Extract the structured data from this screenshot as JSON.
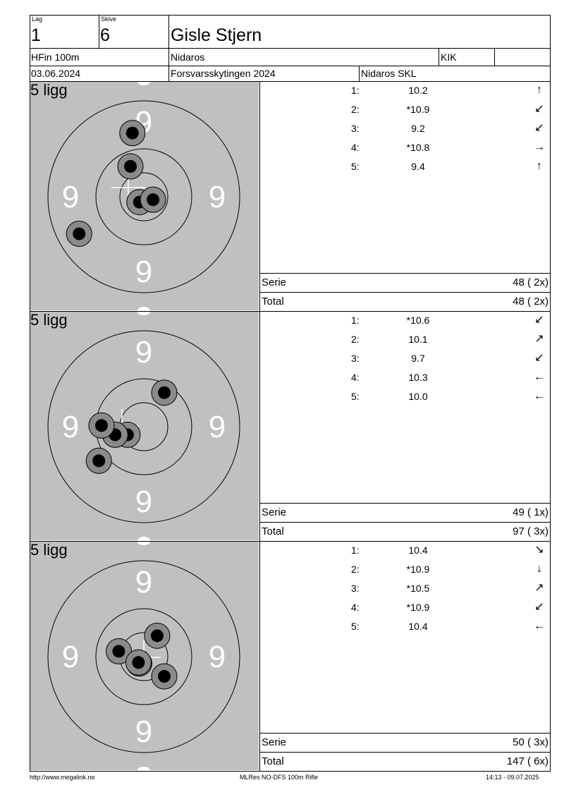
{
  "header": {
    "lag_label": "Lag",
    "lag_value": "1",
    "skive_label": "Skive",
    "skive_value": "6",
    "shooter_name": "Gisle Stjern",
    "class": "HFin 100m",
    "club": "Nidaros",
    "club_short": "KIK",
    "club_extra": "",
    "date": "03.06.2024",
    "event": "Forsvarsskytingen 2024",
    "organizer": "Nidaros SKL"
  },
  "series": [
    {
      "position": "5 ligg",
      "shots": [
        {
          "num": "1:",
          "score": "10.2",
          "arrow": "↑"
        },
        {
          "num": "2:",
          "score": "*10.9",
          "arrow": "↙"
        },
        {
          "num": "3:",
          "score": "9.2",
          "arrow": "↙"
        },
        {
          "num": "4:",
          "score": "*10.8",
          "arrow": "→"
        },
        {
          "num": "5:",
          "score": "9.4",
          "arrow": "↑"
        }
      ],
      "serie_label": "Serie",
      "serie_value": "48 ( 2x)",
      "total_label": "Total",
      "total_value": "48 ( 2x)",
      "hits": [
        {
          "x": -0.47,
          "y": 2.62
        },
        {
          "x": -0.55,
          "y": 1.25
        },
        {
          "x": -0.18,
          "y": -0.22
        },
        {
          "x": 0.38,
          "y": -0.12
        },
        {
          "x": -2.66,
          "y": -1.52
        }
      ],
      "center_mark": {
        "x": -0.64,
        "y": 0.38
      },
      "target_numbers": [
        "9",
        "9",
        "9",
        "9"
      ]
    },
    {
      "position": "5 ligg",
      "shots": [
        {
          "num": "1:",
          "score": "*10.6",
          "arrow": "↙"
        },
        {
          "num": "2:",
          "score": "10.1",
          "arrow": "↗"
        },
        {
          "num": "3:",
          "score": "9.7",
          "arrow": "↙"
        },
        {
          "num": "4:",
          "score": "10.3",
          "arrow": "←"
        },
        {
          "num": "5:",
          "score": "10.0",
          "arrow": "←"
        }
      ],
      "serie_label": "Serie",
      "serie_value": "49 ( 1x)",
      "total_label": "Total",
      "total_value": "97 ( 3x)",
      "hits": [
        {
          "x": -0.67,
          "y": -0.33
        },
        {
          "x": 0.84,
          "y": 1.4
        },
        {
          "x": -1.85,
          "y": -1.4
        },
        {
          "x": -1.18,
          "y": -0.33
        },
        {
          "x": -1.74,
          "y": 0.05
        }
      ],
      "center_mark": {
        "x": -0.9,
        "y": 0.03
      },
      "target_numbers": [
        "9",
        "9",
        "9",
        "9"
      ]
    },
    {
      "position": "5 ligg",
      "shots": [
        {
          "num": "1:",
          "score": "10.4",
          "arrow": "↘"
        },
        {
          "num": "2:",
          "score": "*10.9",
          "arrow": "↓"
        },
        {
          "num": "3:",
          "score": "*10.5",
          "arrow": "↗"
        },
        {
          "num": "4:",
          "score": "*10.9",
          "arrow": "↙"
        },
        {
          "num": "5:",
          "score": "10.4",
          "arrow": "←"
        }
      ],
      "serie_label": "Serie",
      "serie_value": "50 ( 3x)",
      "total_label": "Total",
      "total_value": "147 ( 6x)",
      "hits": [
        {
          "x": 0.84,
          "y": -0.81
        },
        {
          "x": -0.19,
          "y": -0.28
        },
        {
          "x": 0.55,
          "y": 0.86
        },
        {
          "x": -1.03,
          "y": 0.22
        },
        {
          "x": -0.22,
          "y": -0.24
        }
      ],
      "center_mark": {
        "x": 0.0,
        "y": -0.03
      },
      "target_numbers": [
        "9",
        "9",
        "9",
        "9"
      ]
    }
  ],
  "footer": {
    "left": "http://www.megalink.no",
    "center": "MLRes NO-DFS 100m Rifle",
    "right": "14:13 - 09.07.2025"
  },
  "colors": {
    "target_bg": "#c0c0c0",
    "hole_outer": "#8a8a8a",
    "hole_inner": "#000000",
    "ring": "#000000",
    "number": "#ffffff"
  }
}
